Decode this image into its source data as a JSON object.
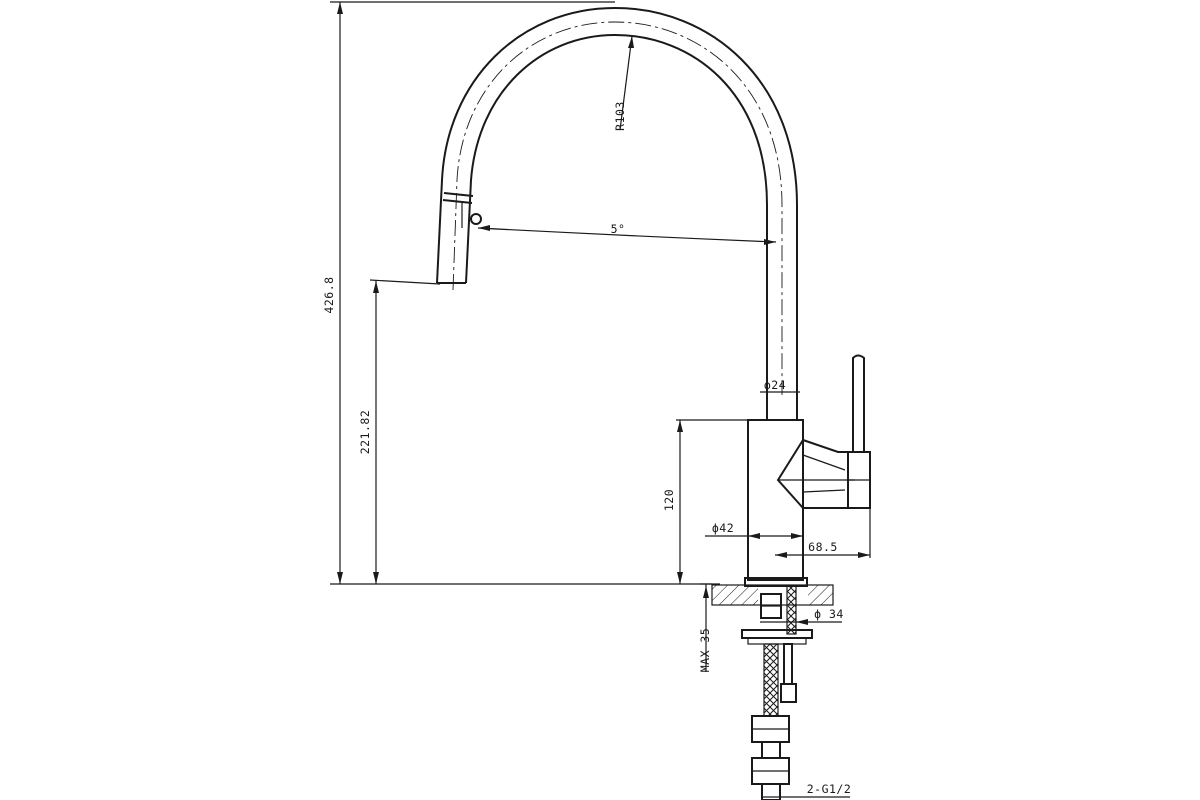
{
  "dimensions": {
    "overall_height": "426.8",
    "spout_height": "221.82",
    "body_height": "120",
    "bend_radius": "R103",
    "swivel_angle": "5°",
    "spout_diameter": "ϕ24",
    "body_diameter": "ϕ42",
    "handle_reach": "68.5",
    "shank_diameter": "ϕ 34",
    "max_counter_thickness": "MAX 35",
    "hose_connection": "2-G1/2"
  }
}
